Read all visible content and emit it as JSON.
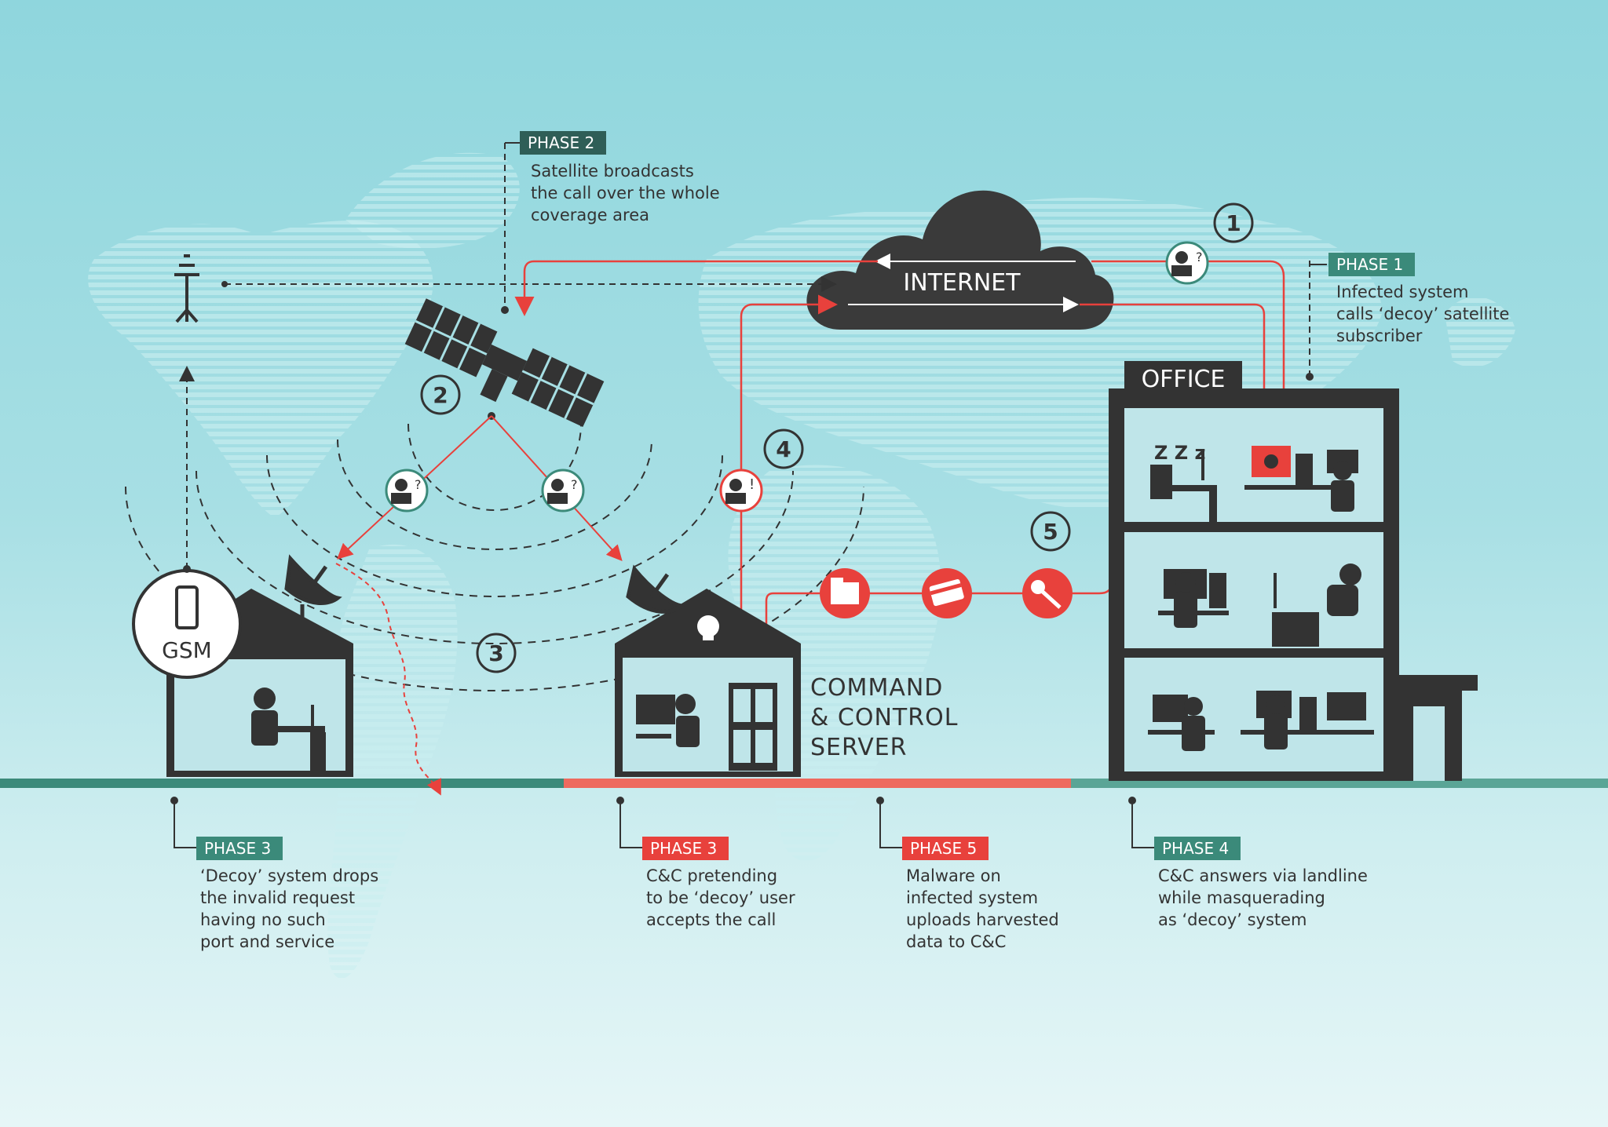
{
  "phase2": {
    "tag": "PHASE 2",
    "text": [
      "Satellite broadcasts",
      "the call over the whole",
      "coverage area"
    ]
  },
  "phase1": {
    "tag": "PHASE 1",
    "text": [
      "Infected system",
      "calls ‘decoy’ satellite",
      "subscriber"
    ]
  },
  "phase3_left": {
    "tag": "PHASE 3",
    "text": [
      "‘Decoy’ system drops",
      "the invalid request",
      "having no such",
      "port and service"
    ]
  },
  "phase3_mid": {
    "tag": "PHASE 3",
    "text": [
      "C&C pretending",
      "to be ‘decoy’ user",
      "accepts the call"
    ]
  },
  "phase5": {
    "tag": "PHASE 5",
    "text": [
      "Malware on",
      "infected system",
      "uploads harvested",
      "data to C&C"
    ]
  },
  "phase4": {
    "tag": "PHASE 4",
    "text": [
      "C&C answers via landline",
      "while masquerading",
      "as ‘decoy’ system"
    ]
  },
  "labels": {
    "internet": "INTERNET",
    "office": "OFFICE",
    "gsm": "GSM",
    "cc": [
      "COMMAND",
      "& CONTROL",
      "SERVER"
    ],
    "zzz": "Z Z z"
  },
  "steps": [
    "1",
    "2",
    "3",
    "4",
    "5"
  ],
  "colors": {
    "red": "#e8413c",
    "dark": "#333333",
    "green": "#3b8a7a",
    "teal": "#2f5e57",
    "cloud": "#3a3a3a"
  }
}
